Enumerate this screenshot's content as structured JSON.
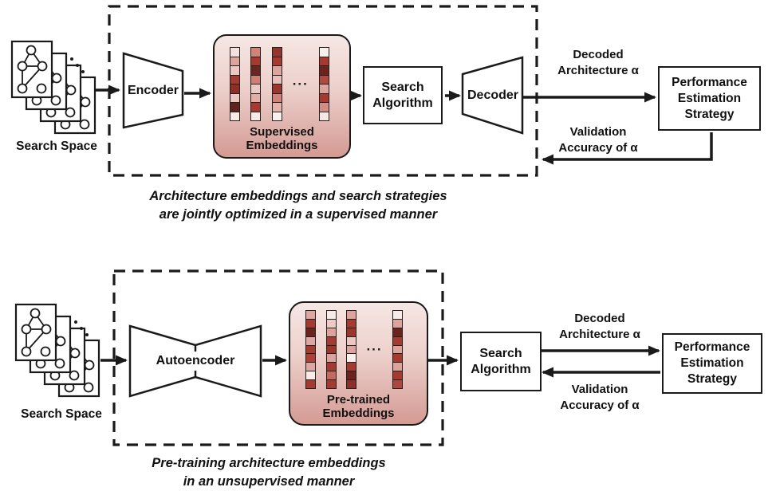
{
  "figure": {
    "colors": {
      "stroke": "#1a1a1a",
      "embedding_box_gradient_top": "#f6e7e4",
      "embedding_box_gradient_bottom": "#d49a93"
    },
    "top": {
      "search_space_label": "Search Space",
      "encoder_label": "Encoder",
      "embeddings": {
        "line1": "Supervised",
        "line2": "Embeddings",
        "dots": "···"
      },
      "search_algorithm": {
        "line1": "Search",
        "line2": "Algorithm"
      },
      "decoder_label": "Decoder",
      "performance": {
        "line1": "Performance",
        "line2": "Estimation",
        "line3": "Strategy"
      },
      "decoded_label": {
        "line1": "Decoded",
        "line2": "Architecture α"
      },
      "validation_label": {
        "line1": "Validation",
        "line2": "Accuracy of α"
      },
      "caption": {
        "line1": "Architecture embeddings and search strategies",
        "line2": "are jointly optimized in a supervised manner"
      },
      "embedding_columns": [
        [
          "#f4e0dd",
          "#dda49d",
          "#ecc8c3",
          "#a43a30",
          "#8c2f26",
          "#ecc8c3",
          "#5e241d",
          "#f6e9e6"
        ],
        [
          "#d08379",
          "#a43a30",
          "#67261f",
          "#ce7e75",
          "#ecc8c3",
          "#e2aea7",
          "#a43a30",
          "#f6e9e6"
        ],
        [
          "#93352c",
          "#a43a30",
          "#dda49d",
          "#e9bfb9",
          "#99362d",
          "#d08379",
          "#e4b3ac",
          "#f9efed"
        ],
        [
          "#f9efed",
          "#a43a30",
          "#6b241d",
          "#b04a40",
          "#dda49d",
          "#a43a30",
          "#d18d85",
          "#f7e8e5"
        ]
      ]
    },
    "bottom": {
      "search_space_label": "Search Space",
      "autoencoder_label": "Autoencoder",
      "embeddings": {
        "line1": "Pre-trained",
        "line2": "Embeddings",
        "dots": "···"
      },
      "search_algorithm": {
        "line1": "Search",
        "line2": "Algorithm"
      },
      "performance": {
        "line1": "Performance",
        "line2": "Estimation",
        "line3": "Strategy"
      },
      "decoded_label": {
        "line1": "Decoded",
        "line2": "Architecture α"
      },
      "validation_label": {
        "line1": "Validation",
        "line2": "Accuracy of α"
      },
      "caption": {
        "line1": "Pre-training architecture embeddings",
        "line2": "in an unsupervised manner"
      },
      "embedding_columns": [
        [
          "#dda8a1",
          "#a43a30",
          "#6b241d",
          "#dda8a1",
          "#a43a30",
          "#ab4138",
          "#dda8a1",
          "#f7ece9",
          "#a43a30"
        ],
        [
          "#f7ebe8",
          "#eccac5",
          "#dda49d",
          "#a43a30",
          "#9a362c",
          "#dda49d",
          "#a43a30",
          "#c16a60",
          "#a43a30"
        ],
        [
          "#dda49d",
          "#a43a30",
          "#9a362c",
          "#ecc8c3",
          "#dda49d",
          "#f9f0ee",
          "#a43a30",
          "#6b241d",
          "#8c2f26"
        ],
        [
          "#f7ece9",
          "#dda49d",
          "#6b241d",
          "#a43a30",
          "#dda49d",
          "#a43a30",
          "#dda49d",
          "#a43a30",
          "#b0473d"
        ]
      ]
    }
  }
}
